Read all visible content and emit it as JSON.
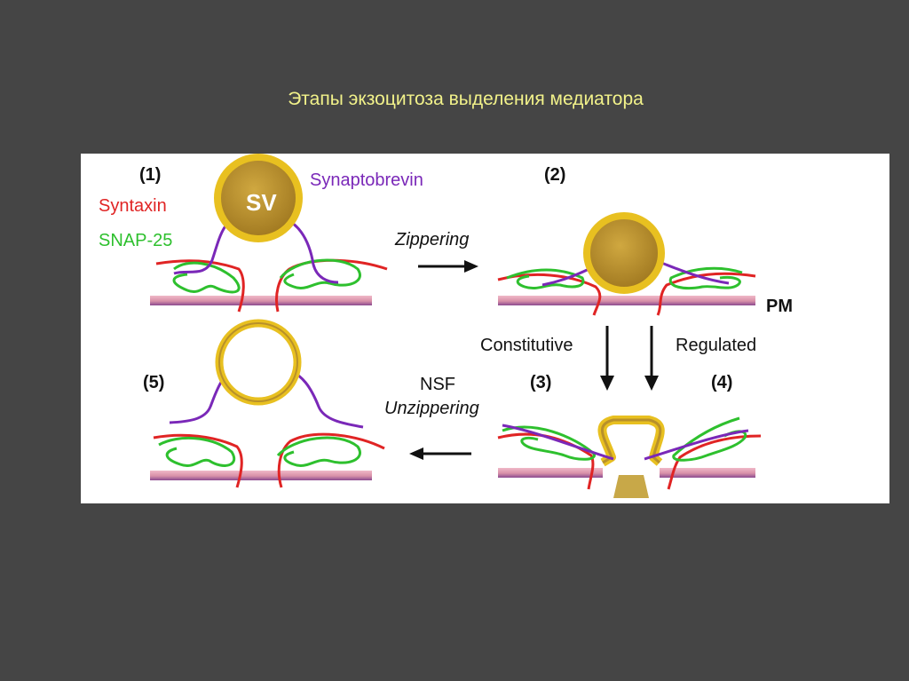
{
  "slide": {
    "title": "Этапы экзоцитоза выделения медиатора"
  },
  "diagram": {
    "stages": [
      "(1)",
      "(2)",
      "(3)",
      "(4)",
      "(5)"
    ],
    "vesicle_label": "SV",
    "membrane_label": "PM",
    "proteins": {
      "syntaxin": "Syntaxin",
      "snap25": "SNAP-25",
      "synaptobrevin": "Synaptobrevin"
    },
    "steps": {
      "zippering": "Zippering",
      "constitutive": "Constitutive",
      "regulated": "Regulated",
      "nsf": "NSF",
      "unzippering": "Unzippering"
    },
    "colors": {
      "syntaxin": "#e02424",
      "snap25": "#2ec02e",
      "synaptobrevin": "#7a28b8",
      "vesicle_ring": "#e8c020",
      "vesicle_fill": "#b8902a",
      "membrane_top": "#e8a8b8",
      "membrane_bottom": "#8a4a90",
      "background": "#454545",
      "title": "#f2f28a"
    }
  }
}
